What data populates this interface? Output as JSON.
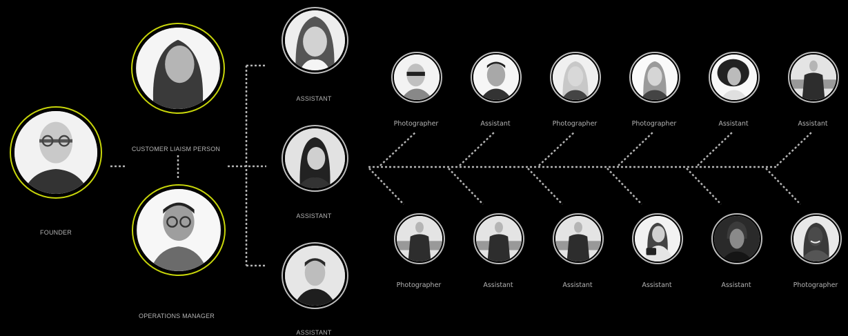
{
  "colors": {
    "background": "#000000",
    "accent_ring": "#c8d60a",
    "grey_ring": "#bdbdbd",
    "label": "#b4b4b4",
    "connector": "#b4b4b4"
  },
  "leadership": {
    "founder": {
      "title": "FOUNDER"
    },
    "customer_liaison": {
      "title": "CUSTOMER LIAISM  PERSON"
    },
    "operations_manager": {
      "title": "OPERATIONS MANAGER"
    }
  },
  "assistants": [
    {
      "title": "ASSISTANT"
    },
    {
      "title": "ASSISTANT"
    },
    {
      "title": "ASSISTANT"
    }
  ],
  "team_top": [
    {
      "role": "Photographer"
    },
    {
      "role": "Assistant"
    },
    {
      "role": "Photographer"
    },
    {
      "role": "Photographer"
    },
    {
      "role": "Assistant"
    },
    {
      "role": "Assistant"
    }
  ],
  "team_bottom": [
    {
      "role": "Photographer"
    },
    {
      "role": "Assistant"
    },
    {
      "role": "Assistant"
    },
    {
      "role": "Assistant"
    },
    {
      "role": "Assistant"
    },
    {
      "role": "Photographer"
    }
  ]
}
